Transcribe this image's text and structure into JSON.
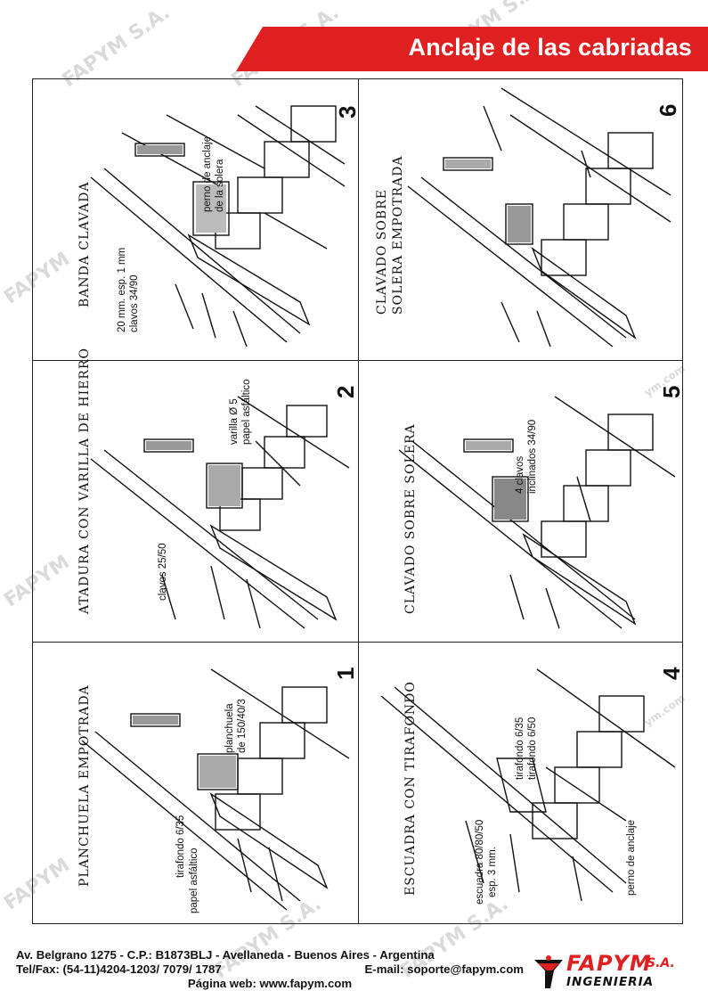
{
  "title": "Anclaje de las cabriadas",
  "watermark": "FAPYM S.A. INGENIERIA www.fapym.com",
  "colors": {
    "banner": "#e02020",
    "logo_red": "#e02020",
    "ink": "#111111"
  },
  "panels": [
    {
      "number": "1",
      "title": "PLANCHUELA EMPOTRADA",
      "labels": [
        "tirafondo 6/35",
        "papel asfáltico",
        "planchuela",
        "de 150/40/3"
      ]
    },
    {
      "number": "2",
      "title": "ATADURA CON VARILLA DE HIERRO",
      "labels": [
        "clavos 25/50",
        "varilla Ø 5",
        "papel asfáltico"
      ]
    },
    {
      "number": "3",
      "title": "BANDA CLAVADA",
      "labels": [
        "20 mm. esp. 1 mm",
        "clavos 34/90",
        "perno de anclaje",
        "de la solera"
      ]
    },
    {
      "number": "4",
      "title": "ESCUADRA CON TIRAFONDO",
      "labels": [
        "escuadra 80/80/50",
        "esp. 3 mm.",
        "tirafondo 6/35",
        "tirafondo 6/50",
        "perno de anclaje"
      ]
    },
    {
      "number": "5",
      "title": "CLAVADO SOBRE SOLERA",
      "labels": [
        "4 clavos",
        "inclinados 34/90"
      ]
    },
    {
      "number": "6",
      "title_line1": "CLAVADO SOBRE",
      "title_line2": "SOLERA EMPOTRADA",
      "labels": []
    }
  ],
  "footer": {
    "address": "Av. Belgrano 1275 - C.P.: B1873BLJ - Avellaneda - Buenos Aires - Argentina",
    "phone": "Tel/Fax: (54-11)4204-1203/ 7079/ 1787",
    "email": "E-mail: soporte@fapym.com",
    "web": "Página web: www.fapym.com"
  },
  "logo": {
    "name": "FAPYM",
    "suffix": "S.A.",
    "subtitle": "INGENIERIA"
  }
}
